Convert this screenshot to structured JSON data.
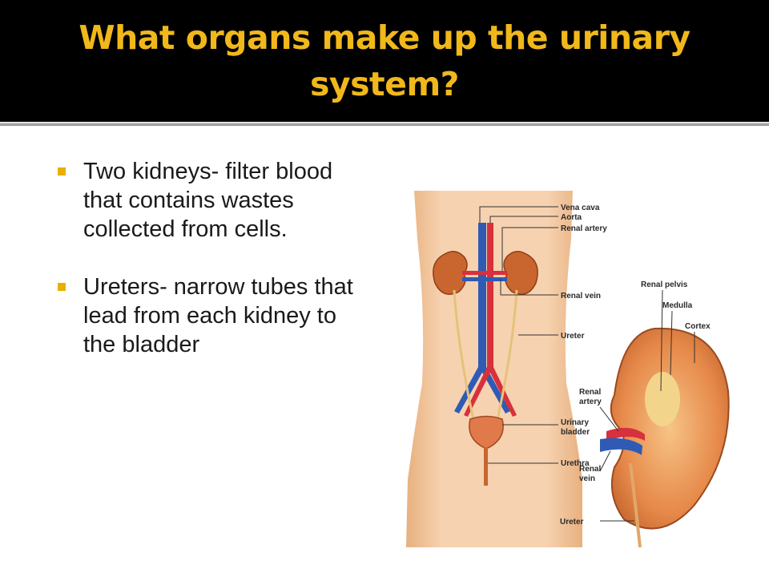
{
  "slide": {
    "title": "What organs make up the urinary system?",
    "bullets": [
      "Two kidneys- filter blood that contains wastes collected from cells.",
      "Ureters- narrow tubes that lead from each kidney to the bladder"
    ]
  },
  "figure": {
    "labels": {
      "vena_cava": "Vena cava",
      "aorta": "Aorta",
      "renal_artery": "Renal artery",
      "renal_vein": "Renal vein",
      "ureter": "Ureter",
      "urinary_bladder_1": "Urinary",
      "urinary_bladder_2": "bladder",
      "urethra": "Urethra",
      "renal_pelvis": "Renal pelvis",
      "medulla": "Medulla",
      "cortex": "Cortex",
      "renal_artery_2a": "Renal",
      "renal_artery_2b": "artery",
      "renal_vein_2a": "Renal",
      "renal_vein_2b": "vein",
      "ureter_2": "Ureter"
    }
  },
  "colors": {
    "title_bg": "#000000",
    "title_text": "#f0b81a",
    "bullet_marker": "#e8b000",
    "body_text": "#1a1a1a"
  }
}
